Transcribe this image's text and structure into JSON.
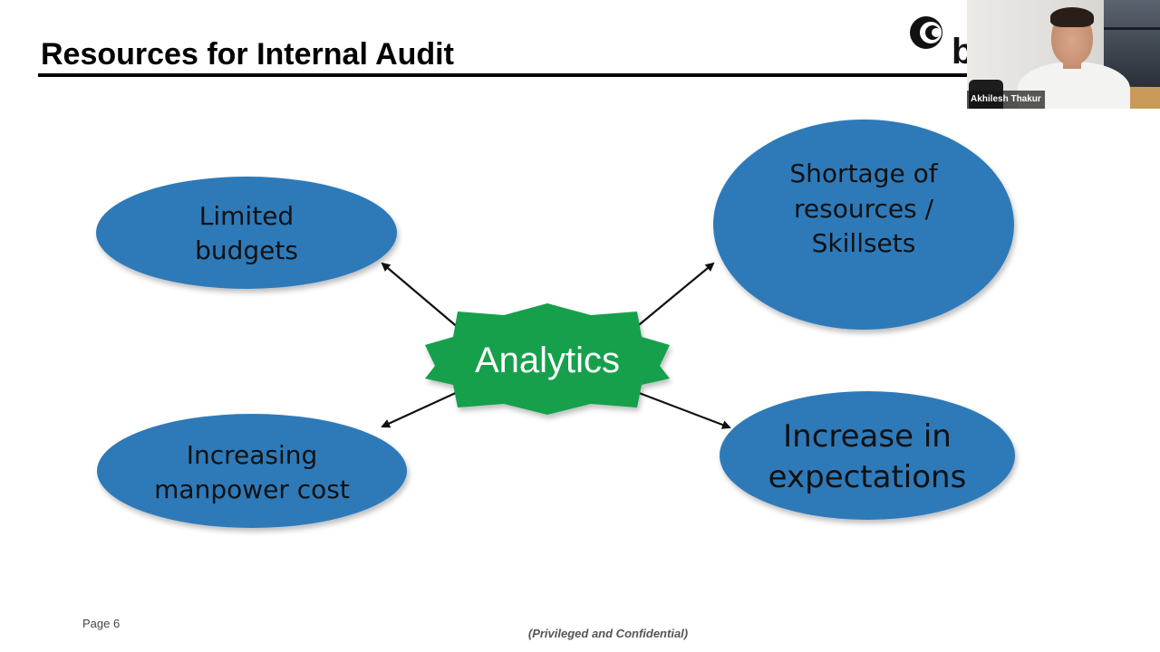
{
  "slide": {
    "title": "Resources for Internal Audit",
    "page_label": "Page 6",
    "footer": "(Privileged and Confidential)"
  },
  "logo": {
    "text": "b"
  },
  "diagram": {
    "center": "Analytics",
    "nodes": {
      "top_left": [
        "Limited",
        "budgets"
      ],
      "top_right": [
        "Shortage of",
        "resources /",
        "Skillsets"
      ],
      "bottom_left": [
        "Increasing",
        "manpower cost"
      ],
      "bottom_right": [
        "Increase in",
        "expectations"
      ]
    }
  },
  "colors": {
    "oval_fill": "#2e7ab9",
    "star_fill": "#12a04c",
    "arrow": "#111111"
  },
  "video": {
    "participant_name": "Akhilesh Thakur"
  }
}
